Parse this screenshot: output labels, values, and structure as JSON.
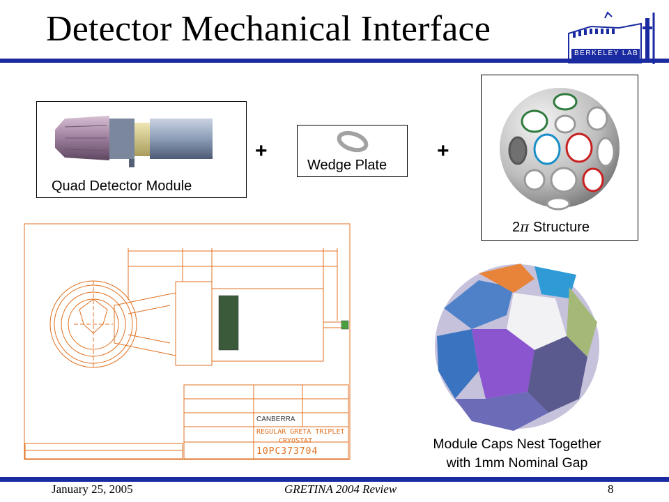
{
  "slide": {
    "title": "Detector Mechanical Interface",
    "logo_text": "Berkeley Lab"
  },
  "components": {
    "quad_module_label": "Quad Detector Module",
    "wedge_plate_label": "Wedge Plate",
    "structure_label_prefix": "2",
    "structure_label_symbol": "π",
    "structure_label_suffix": " Structure",
    "plus_sign": "+"
  },
  "drawing": {
    "company": "CANBERRA",
    "drawing_title_1": "REGULAR GRETA TRIPLET",
    "drawing_title_2": "CRYOSTAT",
    "drawing_number": "10PC373704"
  },
  "module_caps_caption": {
    "line1": "Module Caps Nest Together",
    "line2": "with 1mm Nominal Gap"
  },
  "footer": {
    "date": "January 25, 2005",
    "event": "GRETINA 2004 Review",
    "page_number": "8"
  },
  "colors": {
    "rule_blue": "#1a2aa0",
    "drawing_line": "#e07020"
  }
}
